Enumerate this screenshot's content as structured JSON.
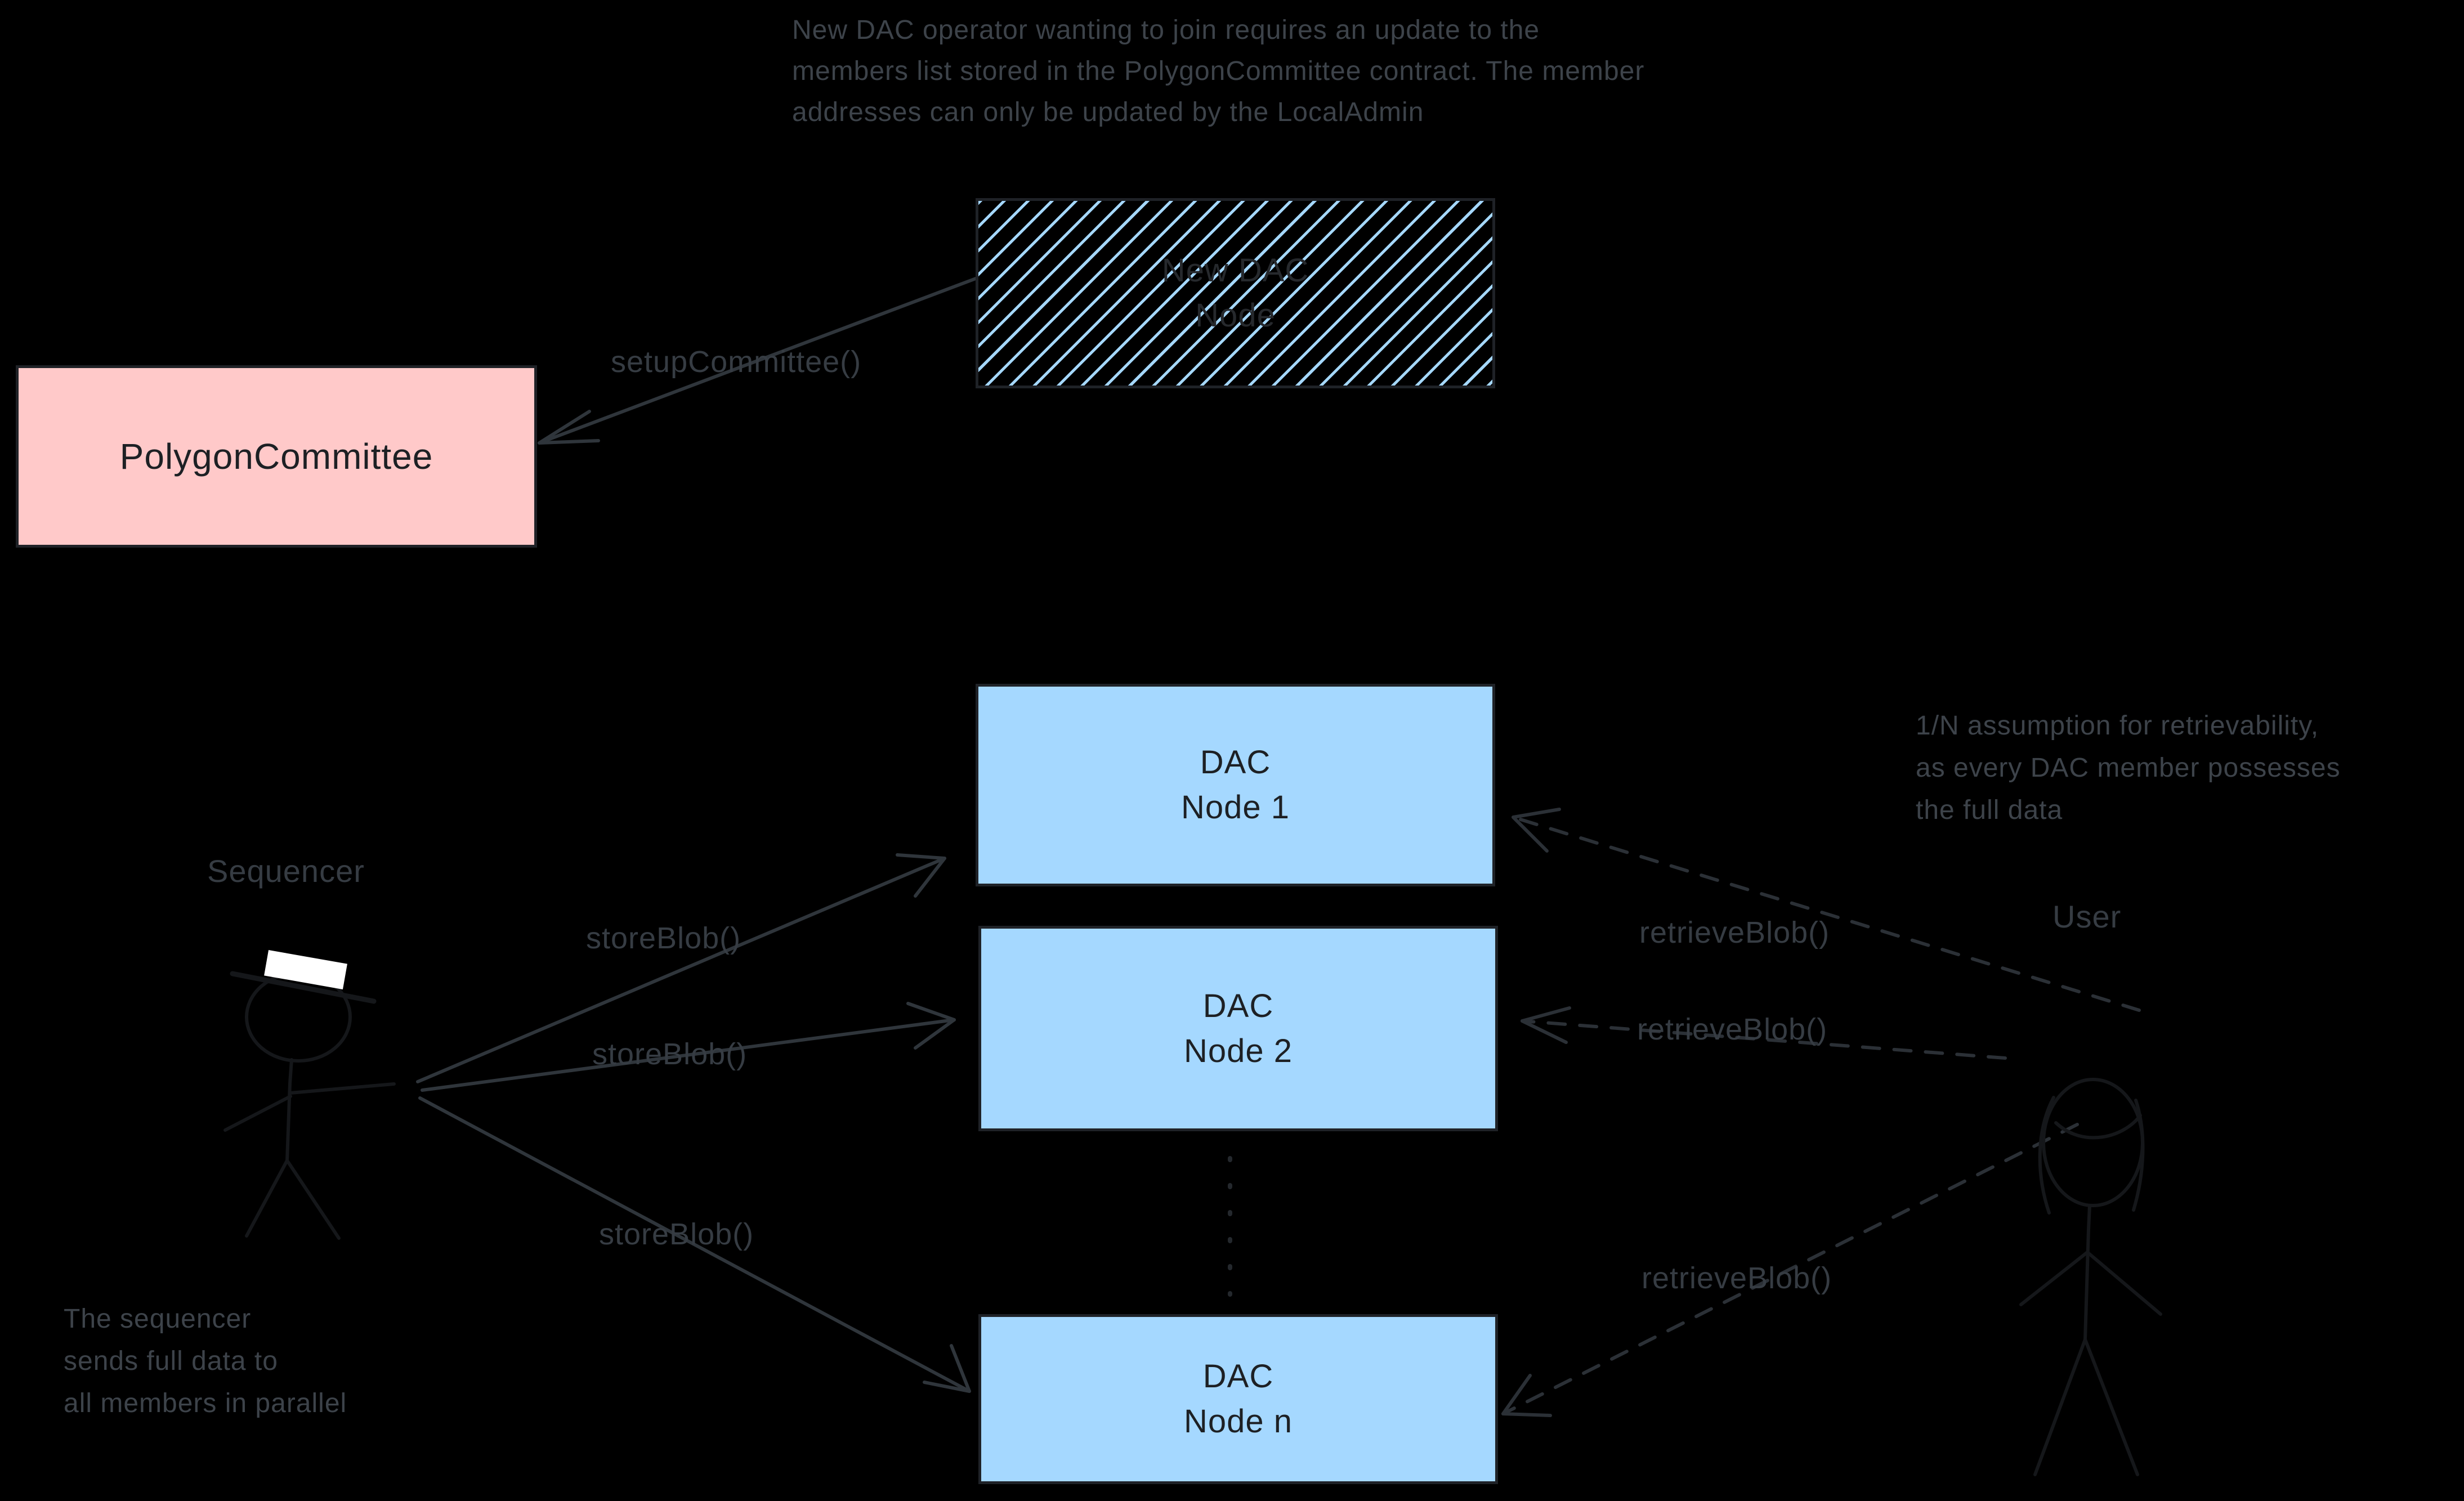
{
  "canvas": {
    "background": "#000000"
  },
  "colors": {
    "pink_fill": "#ffc9c9",
    "blue_fill": "#a5d8ff",
    "hatch_stripe": "#a5d8ff",
    "annotation_gray": "#3d434a",
    "stroke_dark": "#1f2227"
  },
  "annotations": {
    "join_note": {
      "lines": [
        "New DAC operator wanting to join requires an update to the",
        "members list stored in the PolygonCommittee contract. The member",
        "addresses can only be updated by the LocalAdmin"
      ]
    },
    "retrievability_note": {
      "lines": [
        "1/N assumption for retrievability,",
        "as every DAC member possesses",
        "the full data"
      ]
    },
    "sequencer_note": {
      "lines": [
        "The sequencer",
        "sends full data to",
        "all members in parallel"
      ]
    }
  },
  "nodes": {
    "new_dac_node": {
      "lines": [
        "New DAC",
        "Node"
      ],
      "fill": "blue-hachure"
    },
    "polygon_committee": {
      "label": "PolygonCommittee",
      "fill": "#ffc9c9"
    },
    "dac_node_1": {
      "lines": [
        "DAC",
        "Node 1"
      ],
      "fill": "#a5d8ff"
    },
    "dac_node_2": {
      "lines": [
        "DAC",
        "Node 2"
      ],
      "fill": "#a5d8ff"
    },
    "dac_node_n": {
      "lines": [
        "DAC",
        "Node n"
      ],
      "fill": "#a5d8ff"
    }
  },
  "actors": {
    "sequencer": {
      "label": "Sequencer",
      "icon": "stick-figure-with-hat"
    },
    "user": {
      "label": "User",
      "icon": "stick-figure-long-hair"
    }
  },
  "edges": {
    "setup_committee": {
      "label": "setupCommittee()",
      "style": "solid"
    },
    "store_blob_1": {
      "label": "storeBlob()",
      "style": "solid"
    },
    "store_blob_2": {
      "label": "storeBlob()",
      "style": "solid"
    },
    "store_blob_3": {
      "label": "storeBlob()",
      "style": "solid"
    },
    "retrieve_blob_1": {
      "label": "retrieveBlob()",
      "style": "dashed"
    },
    "retrieve_blob_2": {
      "label": "retrieveBlob()",
      "style": "dashed"
    },
    "retrieve_blob_3": {
      "label": "retrieveBlob()",
      "style": "dashed"
    }
  }
}
